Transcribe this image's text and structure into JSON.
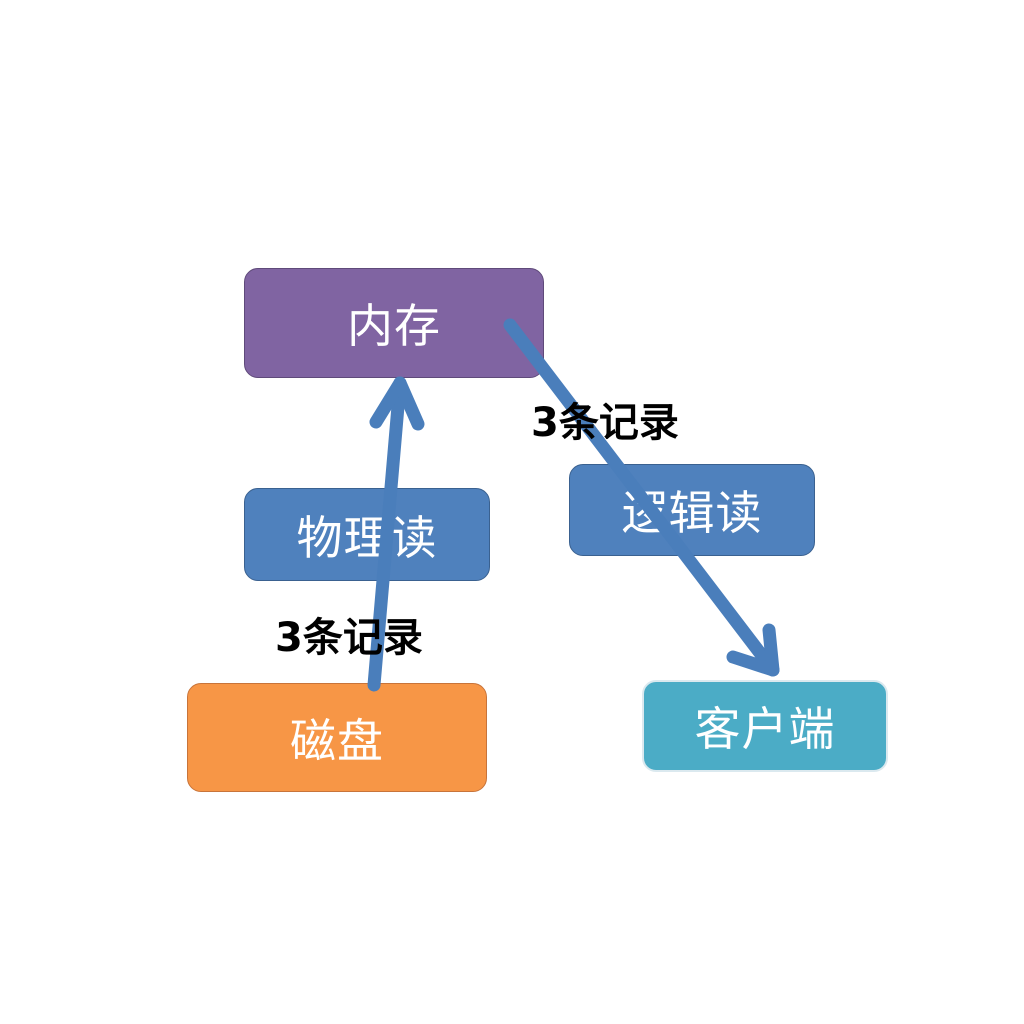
{
  "nodes": {
    "memory": "内存",
    "physical_read": "物理读",
    "logical_read": "逻辑读",
    "disk": "磁盘",
    "client": "客户端"
  },
  "labels": {
    "records_to_client": "3条记录",
    "records_from_disk": "3条记录"
  },
  "colors": {
    "memory": "#8064a2",
    "read": "#4f81bd",
    "disk": "#f79646",
    "client": "#4bacc6",
    "arrow": "#4a7ebb"
  }
}
